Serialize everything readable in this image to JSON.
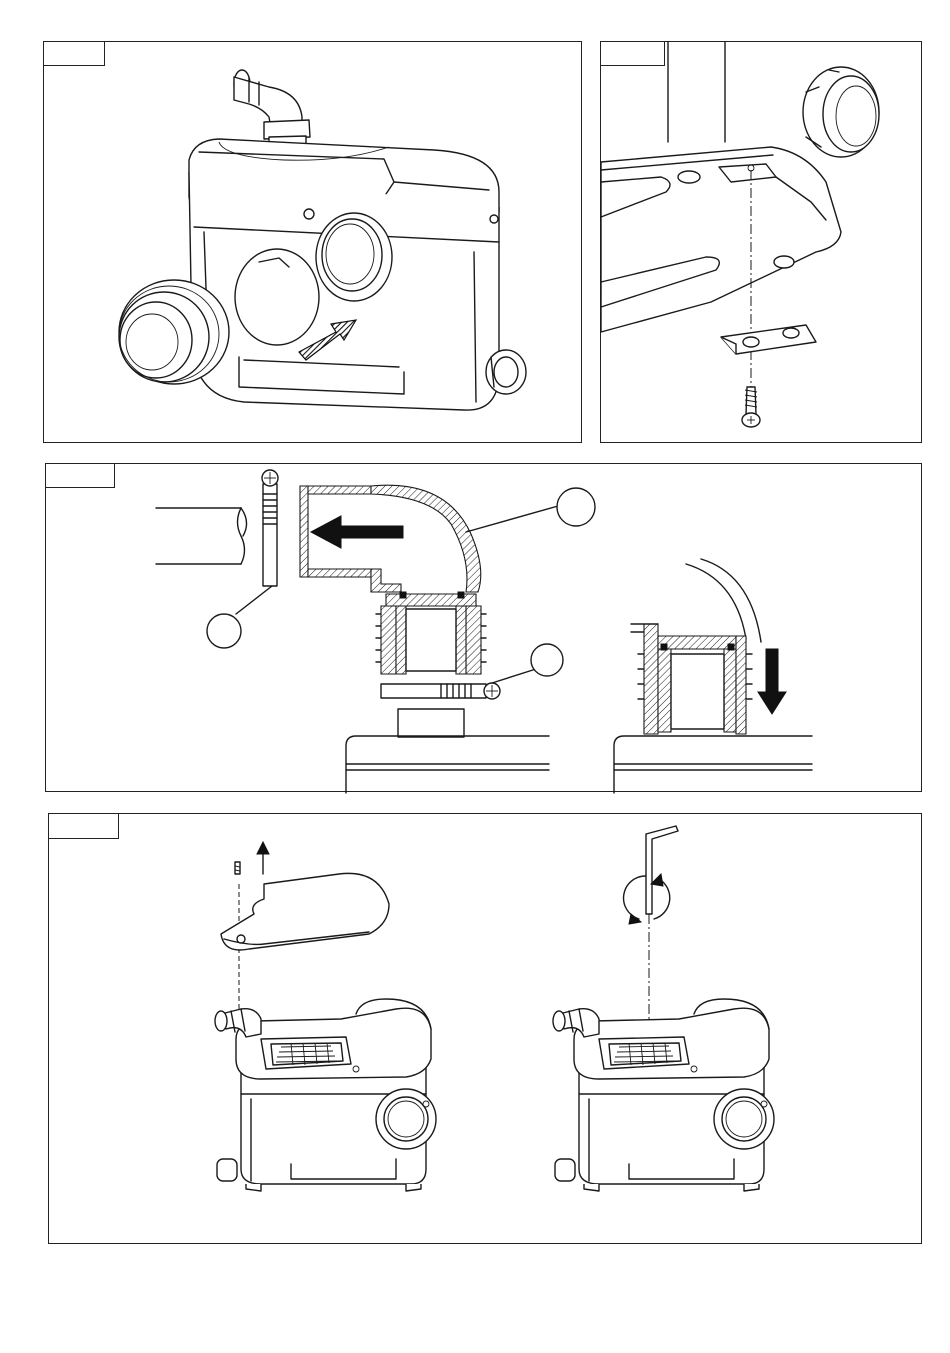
{
  "document": {
    "type": "installation-instructions-illustrations",
    "panel_labels": [
      "",
      "",
      "",
      ""
    ],
    "callout_labels": [
      "",
      "",
      ""
    ]
  },
  "panels": [
    {
      "id": "pump-housing-inlet",
      "description_icon": "pump-unit-icon"
    },
    {
      "id": "base-plate-bracket",
      "description_icon": "mounting-bracket-icon"
    },
    {
      "id": "outlet-elbow-section",
      "description_icon": "pipe-elbow-section-icon"
    },
    {
      "id": "cover-removal",
      "description_icon": "cover-icon"
    }
  ],
  "colors": {
    "line": "#1a1a1a",
    "background": "#ffffff",
    "arrow": "#111111"
  }
}
